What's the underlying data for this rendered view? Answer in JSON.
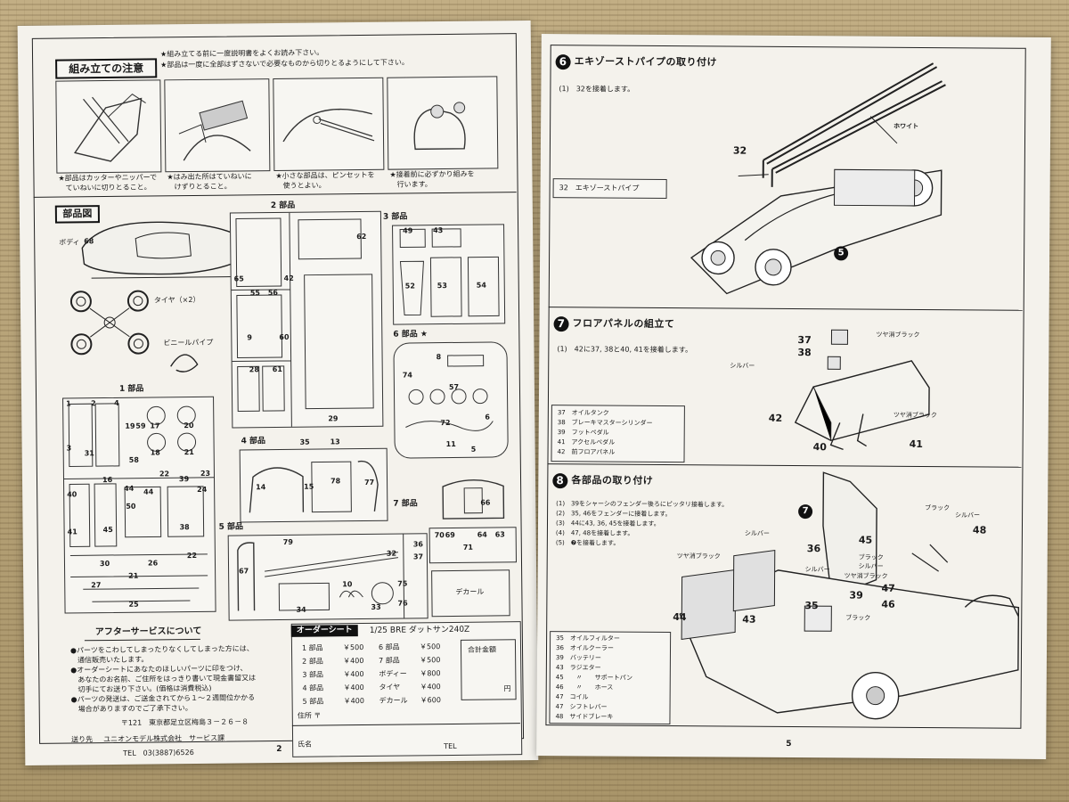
{
  "left": {
    "notes_title": "組み立ての注意",
    "intro_lines": [
      "★組み立てる前に一度説明書をよくお読み下さい。",
      "★部品は一度に全部はずさないで必要なものから切りとるようにして下さい。"
    ],
    "captions": [
      [
        "★部品はカッターやニッパーで",
        "　ていねいに切りとること。"
      ],
      [
        "★はみ出た所はていねいに",
        "　けずりとること。"
      ],
      [
        "★小さな部品は、ピンセットを",
        "　使うとよい。"
      ],
      [
        "★接着前に必ずかり組みを",
        "　行います。"
      ]
    ],
    "parts_title": "部品図",
    "body_label": "ボディ",
    "body_num": "68",
    "tire_label": "タイヤ（×2）",
    "vinyl_label": "ビニールパイプ",
    "part_groups": [
      "1 部品",
      "2 部品",
      "3 部品",
      "4 部品",
      "5 部品",
      "6 部品 ★",
      "7 部品"
    ],
    "decal_label": "デカール",
    "group2_nums": [
      "62",
      "65",
      "42",
      "55",
      "56",
      "9",
      "60",
      "28",
      "61",
      "29"
    ],
    "group1_nums": [
      "1",
      "2",
      "3",
      "4",
      "19",
      "59",
      "17",
      "20",
      "31",
      "18",
      "58",
      "21",
      "22",
      "23",
      "24",
      "16",
      "40",
      "50",
      "44",
      "45",
      "41",
      "38",
      "30",
      "26",
      "27",
      "25",
      "21",
      "22",
      "39",
      "44"
    ],
    "group5_nums": [
      "49",
      "43",
      "52",
      "53",
      "54"
    ],
    "group6_nums": [
      "8",
      "74",
      "57",
      "72",
      "11",
      "5",
      "6"
    ],
    "group3_nums": [
      "35",
      "13",
      "14",
      "15",
      "78",
      "77"
    ],
    "group4_nums": [
      "79",
      "32",
      "67",
      "10",
      "34",
      "33",
      "75",
      "76",
      "36",
      "37"
    ],
    "group7_nums": [
      "66",
      "70",
      "69",
      "71",
      "64",
      "63"
    ],
    "after_title": "アフターサービスについて",
    "after_lines": [
      "●パーツをこわしてしまったりなくしてしまった方には、",
      "　通信販売いたします。",
      "●オーダーシートにあなたのほしいパーツに印をつけ、",
      "　あなたのお名前、ご住所をはっきり書いて現金書留又は",
      "　切手にてお送り下さい。(価格は消費税込)",
      "●パーツの発送は、ご送金されてから１～２週間位かかる",
      "　場合がありますのでご了承下さい。"
    ],
    "address_zip": "〒121　東京都足立区梅島３－２６－８",
    "send_label": "送り先",
    "company": "ユニオンモデル株式会社　サービス課",
    "tel": "TEL　03(3887)6526",
    "order_tab": "オーダーシート",
    "order_model": "1/25 BRE ダットサン240Z",
    "order_rows": [
      [
        "1 部品",
        "￥500",
        "6 部品",
        "￥500"
      ],
      [
        "2 部品",
        "￥400",
        "7 部品",
        "￥500"
      ],
      [
        "3 部品",
        "￥400",
        "ボディー",
        "￥800"
      ],
      [
        "4 部品",
        "￥400",
        "タイヤ",
        "￥400"
      ],
      [
        "5 部品",
        "￥400",
        "デカール",
        "￥600"
      ]
    ],
    "total_label": "合計金額",
    "yen": "円",
    "addr_label": "住所 〒",
    "name_label": "氏名",
    "tel_label": "TEL",
    "page_num": "2"
  },
  "right": {
    "s6_num": "6",
    "s6_title": "エキゾーストパイプの取り付け",
    "s6_step": "(1)　32を接着します。",
    "s6_legend": "32　エキゾーストパイプ",
    "s6_white": "ホワイト",
    "s6_callout": "32",
    "s6_ref": "5",
    "s7_num": "7",
    "s7_title": "フロアパネルの組立て",
    "s7_step": "(1)　42に37, 38と40, 41を接着します。",
    "s7_legend": [
      "37　オイルタンク",
      "38　ブレーキマスターシリンダー",
      "39　フットペダル",
      "41　アクセルペダル",
      "42　前フロアパネル"
    ],
    "s7_callouts": [
      "37",
      "38",
      "42",
      "40",
      "41"
    ],
    "s7_silver": "シルバー",
    "s7_gloss": "ツヤ消ブラック",
    "s8_num": "8",
    "s8_title": "各部品の取り付け",
    "s8_steps": [
      "(1)　39をシャーシのフェンダー後ろにピッタリ接着します。",
      "(2)　35, 46をフェンダーに接着します。",
      "(3)　44に43, 36, 45を接着します。",
      "(4)　47, 48を接着します。",
      "(5)　❼を接着します。"
    ],
    "s8_legend": [
      "35　オイルフィルター",
      "36　オイルクーラー",
      "39　バッテリー",
      "43　ラジエター",
      "45　　〃　　サポートパン",
      "46　　〃　　ホース",
      "47　コイル",
      "47　シフトレバー",
      "48　サイドブレーキ"
    ],
    "s8_callouts": [
      "36",
      "45",
      "48",
      "39",
      "47",
      "35",
      "46",
      "44",
      "43"
    ],
    "s8_black": "ブラック",
    "s8_silver": "シルバー",
    "s8_gloss": "ツヤ消ブラック",
    "s8_ref": "7",
    "page_num": "5"
  }
}
